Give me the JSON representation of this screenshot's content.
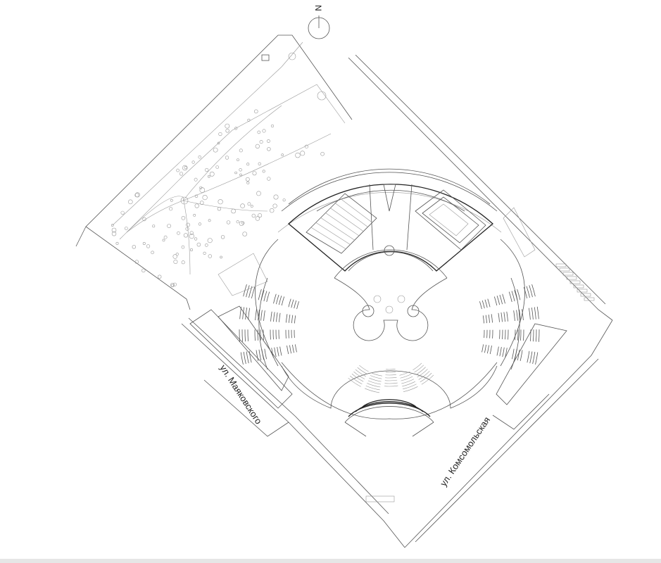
{
  "plan": {
    "north_label": "N",
    "streets": {
      "left": "ул. Маяковского",
      "right": "ул. Комсомольская"
    },
    "stroke_color": "#555555",
    "background": "#ffffff"
  }
}
